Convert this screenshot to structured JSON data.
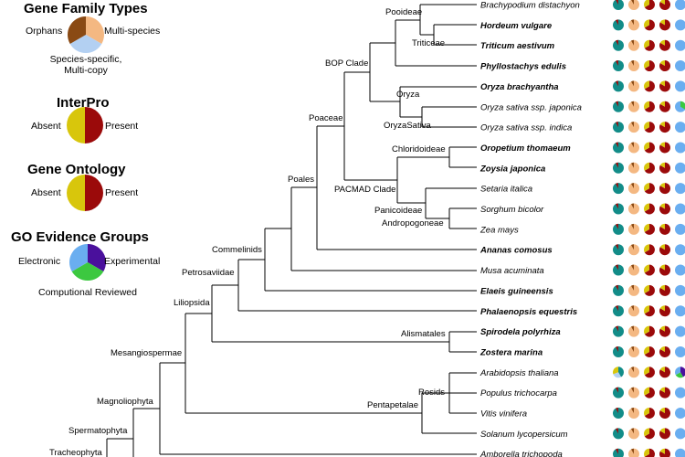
{
  "legend": {
    "gene_family": {
      "title": "Gene Family Types",
      "labels": [
        "Orphans",
        "Multi-species",
        "Species-specific,",
        "Multi-copy"
      ],
      "colors": {
        "orphans": "#8a4a14",
        "multi_species": "#f4b882",
        "species_specific": "#b3d0f2"
      }
    },
    "interpro": {
      "title": "InterPro",
      "absent": "Absent",
      "present": "Present"
    },
    "gene_ontology": {
      "title": "Gene Ontology",
      "absent": "Absent",
      "present": "Present"
    },
    "go_evidence": {
      "title": "GO Evidence Groups",
      "electronic": "Electronic",
      "experimental": "Experimental",
      "computational": "Computional Reviewed",
      "colors": {
        "electronic": "#6aaef0",
        "experimental": "#4a109c",
        "computational": "#3cc840"
      }
    },
    "colors": {
      "absent": "#d8c60c",
      "present": "#9b0a0a",
      "teal": "#128c88"
    }
  },
  "clades": {
    "pooideae": "Pooideae",
    "triticeae": "Triticeae",
    "bop": "BOP Clade",
    "oryza": "Oryza",
    "oryzasativa": "OryzaSativa",
    "poaceae": "Poaceae",
    "chloridoideae": "Chloridoideae",
    "pacmad": "PACMAD Clade",
    "panicoideae": "Panicoideae",
    "andropogoneae": "Andropogoneae",
    "poales": "Poales",
    "commelinids": "Commelinids",
    "petrosaviidae": "Petrosaviidae",
    "liliopsida": "Liliopsida",
    "alismatales": "Alismatales",
    "mesangiospermae": "Mesangiospermae",
    "rosids": "Rosids",
    "pentapetalae": "Pentapetalae",
    "magnoliophyta": "Magnoliophyta",
    "spermatophyta": "Spermatophyta",
    "tracheophyta": "Tracheophyta"
  },
  "species": [
    {
      "name": "Brachypodium distachyon",
      "bold": false
    },
    {
      "name": "Hordeum vulgare",
      "bold": true
    },
    {
      "name": "Triticum aestivum",
      "bold": true
    },
    {
      "name": "Phyllostachys edulis",
      "bold": true
    },
    {
      "name": "Oryza brachyantha",
      "bold": true
    },
    {
      "name": "Oryza sativa ssp. japonica",
      "bold": false
    },
    {
      "name": "Oryza sativa ssp. indica",
      "bold": false
    },
    {
      "name": "Oropetium thomaeum",
      "bold": true
    },
    {
      "name": "Zoysia japonica",
      "bold": true
    },
    {
      "name": "Setaria italica",
      "bold": false
    },
    {
      "name": "Sorghum bicolor",
      "bold": false
    },
    {
      "name": "Zea mays",
      "bold": false
    },
    {
      "name": "Ananas comosus",
      "bold": true
    },
    {
      "name": "Musa acuminata",
      "bold": false
    },
    {
      "name": "Elaeis guineensis",
      "bold": true
    },
    {
      "name": "Phalaenopsis equestris",
      "bold": true
    },
    {
      "name": "Spirodela polyrhiza",
      "bold": true
    },
    {
      "name": "Zostera marina",
      "bold": true
    },
    {
      "name": "Arabidopsis thaliana",
      "bold": false
    },
    {
      "name": "Populus trichocarpa",
      "bold": false
    },
    {
      "name": "Vitis vinifera",
      "bold": false
    },
    {
      "name": "Solanum lycopersicum",
      "bold": false
    },
    {
      "name": "Amborella trichopoda",
      "bold": false
    }
  ]
}
